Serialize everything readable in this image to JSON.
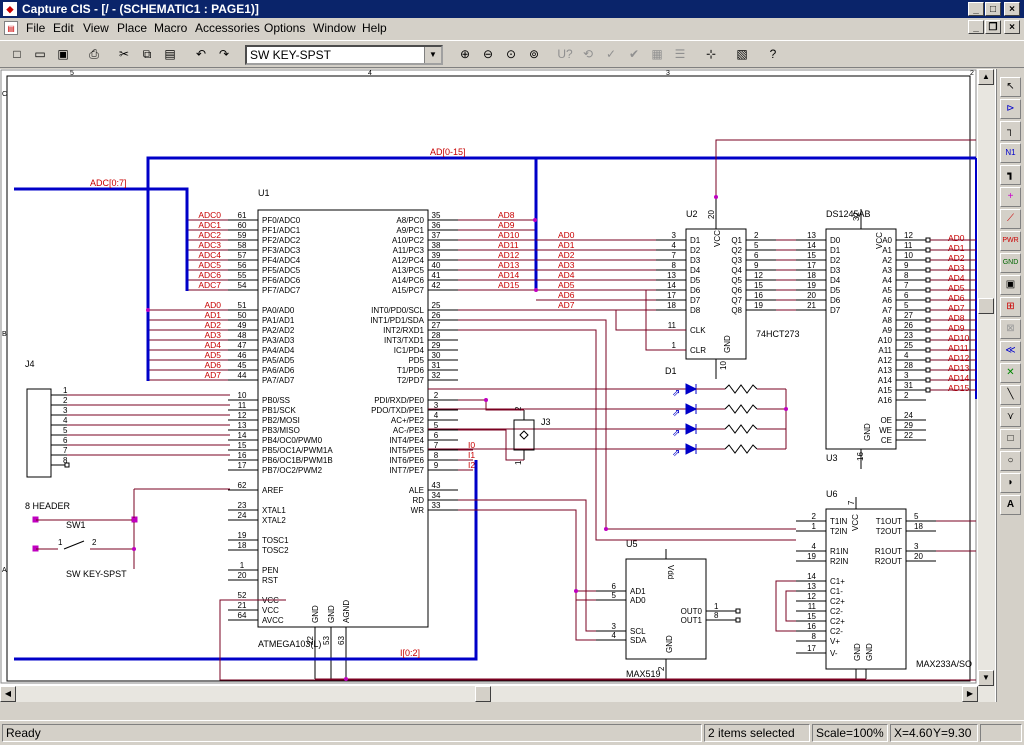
{
  "window": {
    "title": "Capture CIS - [/ - (SCHEMATIC1 : PAGE1)]"
  },
  "menu": [
    "File",
    "Edit",
    "View",
    "Place",
    "Macro",
    "Accessories",
    "Options",
    "Window",
    "Help"
  ],
  "toolbar": {
    "part_selector_value": "SW KEY-SPST"
  },
  "status": {
    "ready": "Ready",
    "selection": "2 items selected",
    "scale": "Scale=100%",
    "x": "X=4.60",
    "y": "Y=9.30"
  },
  "ruler": {
    "top": [
      "5",
      "4",
      "3",
      "2"
    ],
    "left": [
      "C",
      "B",
      "A"
    ]
  },
  "schematic": {
    "buses": {
      "adc": "ADC[0:7]",
      "ad": "AD[0-15]",
      "i02": "I[0:2]"
    },
    "u1": {
      "ref": "U1",
      "part": "ATMEGA103(L)",
      "left_pins": [
        {
          "n": "61",
          "name": "PF0/ADC0",
          "net": "ADC0"
        },
        {
          "n": "60",
          "name": "PF1/ADC1",
          "net": "ADC1"
        },
        {
          "n": "59",
          "name": "PF2/ADC2",
          "net": "ADC2"
        },
        {
          "n": "58",
          "name": "PF3/ADC3",
          "net": "ADC3"
        },
        {
          "n": "57",
          "name": "PF4/ADC4",
          "net": "ADC4"
        },
        {
          "n": "56",
          "name": "PF5/ADC5",
          "net": "ADC5"
        },
        {
          "n": "55",
          "name": "PF6/ADC6",
          "net": "ADC6"
        },
        {
          "n": "54",
          "name": "PF7/ADC7",
          "net": "ADC7"
        },
        {
          "n": "51",
          "name": "PA0/AD0",
          "net": "AD0"
        },
        {
          "n": "50",
          "name": "PA1/AD1",
          "net": "AD1"
        },
        {
          "n": "49",
          "name": "PA2/AD2",
          "net": "AD2"
        },
        {
          "n": "48",
          "name": "PA3/AD3",
          "net": "AD3"
        },
        {
          "n": "47",
          "name": "PA4/AD4",
          "net": "AD4"
        },
        {
          "n": "46",
          "name": "PA5/AD5",
          "net": "AD5"
        },
        {
          "n": "45",
          "name": "PA6/AD6",
          "net": "AD6"
        },
        {
          "n": "44",
          "name": "PA7/AD7",
          "net": "AD7"
        },
        {
          "n": "10",
          "name": "PB0/SS",
          "net": ""
        },
        {
          "n": "11",
          "name": "PB1/SCK",
          "net": ""
        },
        {
          "n": "12",
          "name": "PB2/MOSI",
          "net": ""
        },
        {
          "n": "13",
          "name": "PB3/MISO",
          "net": ""
        },
        {
          "n": "14",
          "name": "PB4/OC0/PWM0",
          "net": ""
        },
        {
          "n": "15",
          "name": "PB5/OC1A/PWM1A",
          "net": ""
        },
        {
          "n": "16",
          "name": "PB6/OC1B/PWM1B",
          "net": ""
        },
        {
          "n": "17",
          "name": "PB7/OC2/PWM2",
          "net": ""
        },
        {
          "n": "62",
          "name": "AREF",
          "net": ""
        },
        {
          "n": "23",
          "name": "XTAL1",
          "net": ""
        },
        {
          "n": "24",
          "name": "XTAL2",
          "net": ""
        },
        {
          "n": "19",
          "name": "TOSC1",
          "net": ""
        },
        {
          "n": "18",
          "name": "TOSC2",
          "net": ""
        },
        {
          "n": "1",
          "name": "PEN",
          "net": ""
        },
        {
          "n": "20",
          "name": "RST",
          "net": ""
        },
        {
          "n": "52",
          "name": "VCC",
          "net": ""
        },
        {
          "n": "21",
          "name": "VCC",
          "net": ""
        },
        {
          "n": "64",
          "name": "AVCC",
          "net": ""
        }
      ],
      "right_pins": [
        {
          "n": "35",
          "name": "A8/PC0",
          "net": "AD8"
        },
        {
          "n": "36",
          "name": "A9/PC1",
          "net": "AD9"
        },
        {
          "n": "37",
          "name": "A10/PC2",
          "net": "AD10"
        },
        {
          "n": "38",
          "name": "A11/PC3",
          "net": "AD11"
        },
        {
          "n": "39",
          "name": "A12/PC4",
          "net": "AD12"
        },
        {
          "n": "40",
          "name": "A13/PC5",
          "net": "AD13"
        },
        {
          "n": "41",
          "name": "A14/PC6",
          "net": "AD14"
        },
        {
          "n": "42",
          "name": "A15/PC7",
          "net": "AD15"
        },
        {
          "n": "25",
          "name": "INT0/PD0/SCL",
          "net": ""
        },
        {
          "n": "26",
          "name": "INT1/PD1/SDA",
          "net": ""
        },
        {
          "n": "27",
          "name": "INT2/RXD1",
          "net": ""
        },
        {
          "n": "28",
          "name": "INT3/TXD1",
          "net": ""
        },
        {
          "n": "29",
          "name": "IC1/PD4",
          "net": ""
        },
        {
          "n": "30",
          "name": "PD5",
          "net": ""
        },
        {
          "n": "31",
          "name": "T1/PD6",
          "net": ""
        },
        {
          "n": "32",
          "name": "T2/PD7",
          "net": ""
        },
        {
          "n": "2",
          "name": "PDI/RXD/PE0",
          "net": ""
        },
        {
          "n": "3",
          "name": "PDO/TXD/PE1",
          "net": ""
        },
        {
          "n": "4",
          "name": "AC+/PE2",
          "net": ""
        },
        {
          "n": "5",
          "name": "AC-/PE3",
          "net": ""
        },
        {
          "n": "6",
          "name": "INT4/PE4",
          "net": ""
        },
        {
          "n": "7",
          "name": "INT5/PE5",
          "net": "I0"
        },
        {
          "n": "8",
          "name": "INT6/PE6",
          "net": "I1"
        },
        {
          "n": "9",
          "name": "INT7/PE7",
          "net": "I2"
        },
        {
          "n": "43",
          "name": "ALE",
          "net": ""
        },
        {
          "n": "34",
          "name": "RD",
          "net": ""
        },
        {
          "n": "33",
          "name": "WR",
          "net": ""
        }
      ],
      "bottom_pins": [
        {
          "n": "22",
          "name": "GND"
        },
        {
          "n": "53",
          "name": "GND"
        },
        {
          "n": "63",
          "name": "AGND"
        }
      ]
    },
    "u2": {
      "ref": "U2",
      "part": "74HCT273",
      "left": [
        {
          "n": "3",
          "name": "D1"
        },
        {
          "n": "4",
          "name": "D2"
        },
        {
          "n": "7",
          "name": "D3"
        },
        {
          "n": "8",
          "name": "D4"
        },
        {
          "n": "13",
          "name": "D5"
        },
        {
          "n": "14",
          "name": "D6"
        },
        {
          "n": "17",
          "name": "D7"
        },
        {
          "n": "18",
          "name": "D8"
        },
        {
          "n": "11",
          "name": "CLK"
        },
        {
          "n": "1",
          "name": "CLR"
        }
      ],
      "right": [
        {
          "n": "2",
          "name": "Q1"
        },
        {
          "n": "5",
          "name": "Q2"
        },
        {
          "n": "6",
          "name": "Q3"
        },
        {
          "n": "9",
          "name": "Q4"
        },
        {
          "n": "12",
          "name": "Q5"
        },
        {
          "n": "15",
          "name": "Q6"
        },
        {
          "n": "16",
          "name": "Q7"
        },
        {
          "n": "19",
          "name": "Q8"
        }
      ],
      "nets_in": [
        "AD0",
        "AD1",
        "AD2",
        "AD3",
        "AD4",
        "AD5",
        "AD6",
        "AD7"
      ],
      "vcc": "VCC",
      "vcc_pin": "20",
      "gnd": "GND",
      "gnd_pin": "10"
    },
    "u3": {
      "ref": "U3",
      "part": "DS1245AB",
      "left": [
        {
          "n": "13",
          "name": "D0"
        },
        {
          "n": "14",
          "name": "D1"
        },
        {
          "n": "15",
          "name": "D2"
        },
        {
          "n": "17",
          "name": "D3"
        },
        {
          "n": "18",
          "name": "D4"
        },
        {
          "n": "19",
          "name": "D5"
        },
        {
          "n": "20",
          "name": "D6"
        },
        {
          "n": "21",
          "name": "D7"
        }
      ],
      "right": [
        {
          "n": "12",
          "name": "A0",
          "net": "AD0"
        },
        {
          "n": "11",
          "name": "A1",
          "net": "AD1"
        },
        {
          "n": "10",
          "name": "A2",
          "net": "AD2"
        },
        {
          "n": "9",
          "name": "A3",
          "net": "AD3"
        },
        {
          "n": "8",
          "name": "A4",
          "net": "AD4"
        },
        {
          "n": "7",
          "name": "A5",
          "net": "AD5"
        },
        {
          "n": "6",
          "name": "A6",
          "net": "AD6"
        },
        {
          "n": "5",
          "name": "A7",
          "net": "AD7"
        },
        {
          "n": "27",
          "name": "A8",
          "net": "AD8"
        },
        {
          "n": "26",
          "name": "A9",
          "net": "AD9"
        },
        {
          "n": "23",
          "name": "A10",
          "net": "AD10"
        },
        {
          "n": "25",
          "name": "A11",
          "net": "AD11"
        },
        {
          "n": "4",
          "name": "A12",
          "net": "AD12"
        },
        {
          "n": "28",
          "name": "A13",
          "net": "AD13"
        },
        {
          "n": "3",
          "name": "A14",
          "net": "AD14"
        },
        {
          "n": "31",
          "name": "A15",
          "net": "AD15"
        },
        {
          "n": "2",
          "name": "A16",
          "net": ""
        },
        {
          "n": "24",
          "name": "OE",
          "net": ""
        },
        {
          "n": "29",
          "name": "WE",
          "net": ""
        },
        {
          "n": "22",
          "name": "CE",
          "net": ""
        }
      ],
      "vcc": "VCC",
      "vcc_pin": "32",
      "gnd": "GND",
      "gnd_pin": "16"
    },
    "u5": {
      "ref": "U5",
      "part": "MAX519",
      "left": [
        {
          "n": "6",
          "name": "AD1"
        },
        {
          "n": "5",
          "name": "AD0"
        },
        {
          "n": "3",
          "name": "SCL"
        },
        {
          "n": "4",
          "name": "SDA"
        }
      ],
      "right": [
        {
          "n": "1",
          "name": "OUT0"
        },
        {
          "n": "8",
          "name": "OUT1"
        }
      ],
      "vdd": "Vdd",
      "gnd": "GND",
      "gnd_pin": "2"
    },
    "u6": {
      "ref": "U6",
      "part": "MAX233A/SO",
      "left": [
        {
          "n": "2",
          "name": "T1IN"
        },
        {
          "n": "1",
          "name": "T2IN"
        },
        {
          "n": "4",
          "name": "R1IN"
        },
        {
          "n": "19",
          "name": "R2IN"
        },
        {
          "n": "14",
          "name": "C1+"
        },
        {
          "n": "13",
          "name": "C1-"
        },
        {
          "n": "12",
          "name": "C2+"
        },
        {
          "n": "11",
          "name": "C2-"
        },
        {
          "n": "15",
          "name": "C2+"
        },
        {
          "n": "16",
          "name": "C2-"
        },
        {
          "n": "8",
          "name": "V+"
        },
        {
          "n": "17",
          "name": "V-"
        }
      ],
      "right": [
        {
          "n": "5",
          "name": "T1OUT"
        },
        {
          "n": "18",
          "name": "T2OUT"
        },
        {
          "n": "3",
          "name": "R1OUT"
        },
        {
          "n": "20",
          "name": "R2OUT"
        }
      ],
      "vcc": "VCC",
      "vcc_pin": "7",
      "gnd": "GND",
      "gnd2": "GND",
      "gnd_pins": [
        "6",
        "9"
      ]
    },
    "j3": {
      "ref": "J3",
      "pins": [
        "2",
        "1"
      ]
    },
    "j4": {
      "ref": "J4",
      "part": "8 HEADER",
      "pins": [
        "1",
        "2",
        "3",
        "4",
        "5",
        "6",
        "7",
        "8"
      ]
    },
    "sw1": {
      "ref": "SW1",
      "part": "SW KEY-SPST",
      "pins": [
        "1",
        "2"
      ]
    },
    "d1": {
      "ref": "D1"
    }
  }
}
